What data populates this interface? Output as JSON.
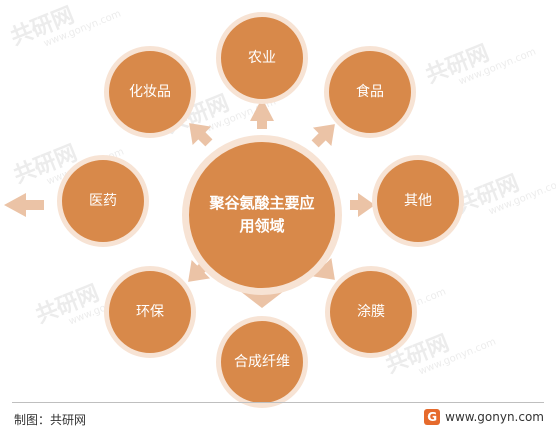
{
  "watermark": {
    "text": "共研网",
    "sub": "www.gonyn.com"
  },
  "diagram": {
    "center": {
      "label": "聚谷氨酸主要应用领域"
    },
    "nodes": [
      {
        "id": "agriculture",
        "label": "农业"
      },
      {
        "id": "food",
        "label": "食品"
      },
      {
        "id": "other",
        "label": "其他"
      },
      {
        "id": "coating-film",
        "label": "涂膜"
      },
      {
        "id": "synthetic-fiber",
        "label": "合成纤维"
      },
      {
        "id": "environmental",
        "label": "环保"
      },
      {
        "id": "medicine",
        "label": "医药"
      },
      {
        "id": "cosmetics",
        "label": "化妆品"
      }
    ]
  },
  "footer": {
    "source": "制图：共研网",
    "logo_text": "G",
    "website": "www.gonyn.com"
  },
  "colors": {
    "node_fill": "#d8894a",
    "node_ring": "#f7e3d4",
    "arrow": "#ebc3a6",
    "logo": "#e66a2c"
  }
}
